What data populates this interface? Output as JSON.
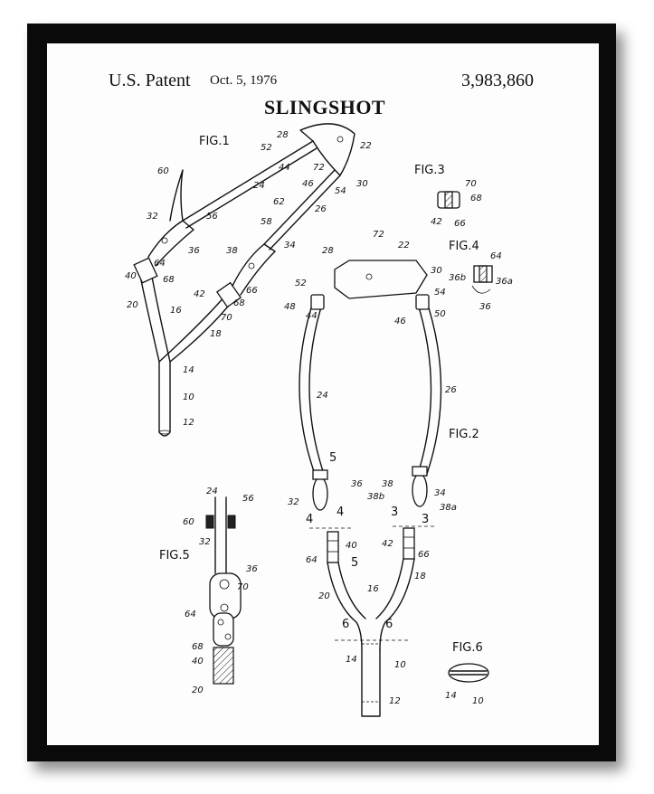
{
  "header": {
    "patent_label": "U.S. Patent",
    "date": "Oct. 5, 1976",
    "patent_number": "3,983,860",
    "title": "SLINGSHOT"
  },
  "figures": {
    "fig1": "FIG.1",
    "fig2": "FIG.2",
    "fig3": "FIG.3",
    "fig4": "FIG.4",
    "fig5": "FIG.5",
    "fig6": "FIG.6"
  },
  "refs": {
    "r5": "5",
    "r6": "6",
    "r4": "4",
    "r3": "3",
    "r10": "10",
    "r12": "12",
    "r14": "14",
    "r16": "16",
    "r18": "18",
    "r20": "20",
    "r22": "22",
    "r24": "24",
    "r26": "26",
    "r28": "28",
    "r30": "30",
    "r32": "32",
    "r34": "34",
    "r36": "36",
    "r36a": "36a",
    "r36b": "36b",
    "r38": "38",
    "r38a": "38a",
    "r38b": "38b",
    "r40": "40",
    "r42": "42",
    "r44": "44",
    "r46": "46",
    "r48": "48",
    "r50": "50",
    "r52": "52",
    "r54": "54",
    "r56": "56",
    "r58": "58",
    "r60": "60",
    "r62": "62",
    "r64": "64",
    "r66": "66",
    "r68": "68",
    "r70": "70",
    "r72": "72"
  }
}
